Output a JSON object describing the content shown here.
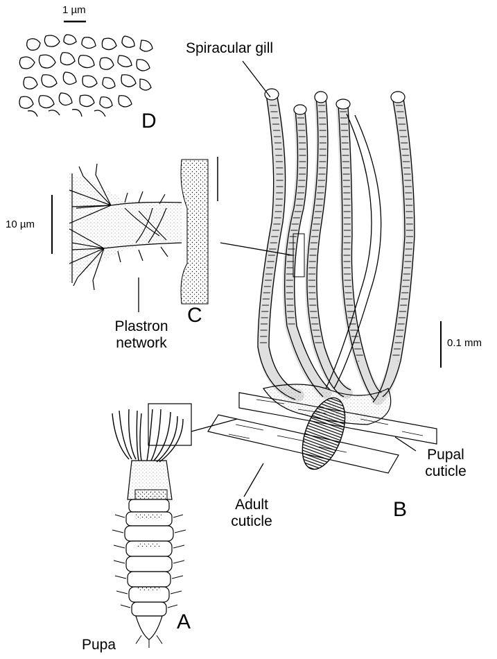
{
  "panels": {
    "a": "A",
    "b": "B",
    "c": "C",
    "d": "D"
  },
  "labels": {
    "spiracular_gill": "Spiracular gill",
    "plastron_network_line1": "Plastron",
    "plastron_network_line2": "network",
    "pupal_cuticle_line1": "Pupal",
    "pupal_cuticle_line2": "cuticle",
    "adult_cuticle_line1": "Adult",
    "adult_cuticle_line2": "cuticle",
    "pupa": "Pupa"
  },
  "scale_bars": {
    "d": "1 µm",
    "c": "10 µm",
    "b": "0.1 mm"
  }
}
